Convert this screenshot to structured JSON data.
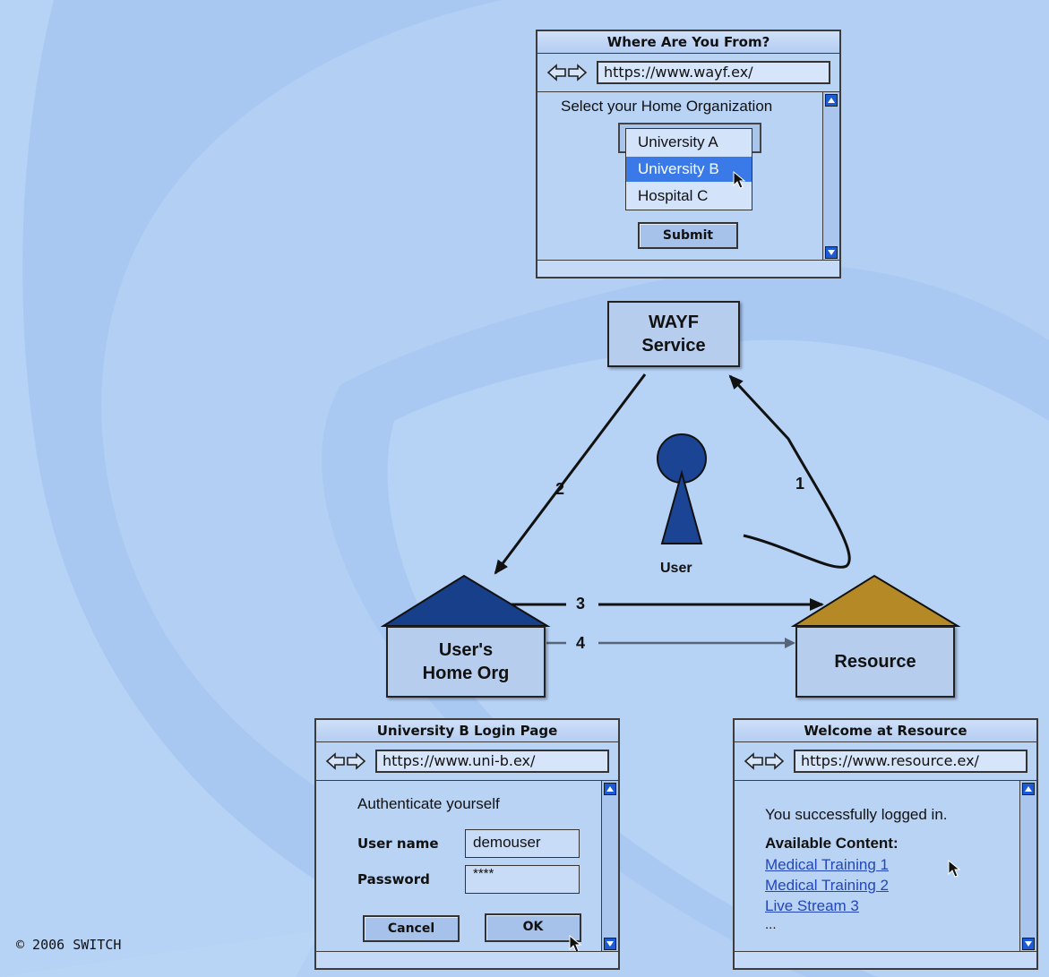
{
  "wayf_window": {
    "title": "Where Are You From?",
    "url": "https://www.wayf.ex/",
    "prompt": "Select your Home Organization",
    "options": [
      "University A",
      "University B",
      "Hospital C"
    ],
    "selected_option": "University B",
    "submit_label": "Submit"
  },
  "login_window": {
    "title": "University B Login Page",
    "url": "https://www.uni-b.ex/",
    "heading": "Authenticate yourself",
    "username_label": "User name",
    "username_value": "demouser",
    "password_label": "Password",
    "password_value": "****",
    "cancel_label": "Cancel",
    "ok_label": "OK"
  },
  "resource_window": {
    "title": "Welcome at Resource",
    "url": "https://www.resource.ex/",
    "status": "You successfully logged in.",
    "content_heading": "Available Content:",
    "links": [
      "Medical Training 1",
      "Medical Training 2",
      "Live Stream 3"
    ],
    "more": "..."
  },
  "diagram": {
    "wayf_node": [
      "WAYF",
      "Service"
    ],
    "home_org_node": [
      "User's",
      "Home Org"
    ],
    "resource_node": "Resource",
    "user_label": "User",
    "steps": [
      "1",
      "2",
      "3",
      "4"
    ]
  },
  "colors": {
    "background": "#b3cff4",
    "home_org_roof": "#173f8a",
    "resource_roof": "#b58a26",
    "user_figure": "#1b4594",
    "selection": "#3a7ae8",
    "link": "#2346b8"
  },
  "copyright": "© 2006 SWITCH"
}
